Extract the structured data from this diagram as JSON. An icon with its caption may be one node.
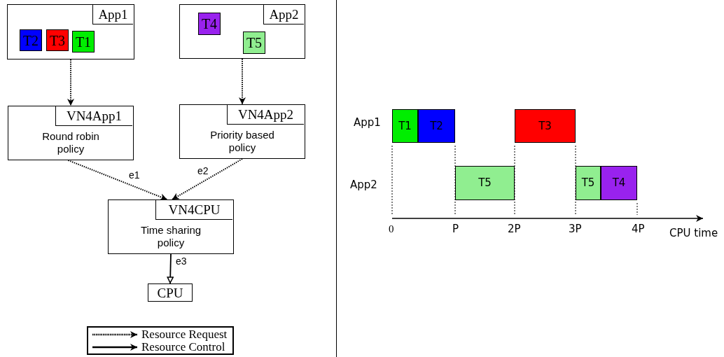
{
  "diagram": {
    "nodes": [
      {
        "text": [],
        "shape": "box"
      },
      {
        "text": [
          "App1"
        ],
        "in": 0
      },
      {
        "text": [
          "T2"
        ],
        "in": 0
      },
      {
        "text": [
          "T3"
        ],
        "in": 0
      },
      {
        "text": [
          "T1"
        ],
        "in": 0
      },
      {
        "text": [],
        "shape": "box"
      },
      {
        "text": [
          "App2"
        ],
        "in": 5
      },
      {
        "text": [
          "T4"
        ],
        "in": 5
      },
      {
        "text": [
          "T5"
        ],
        "in": 5
      },
      {
        "text": [
          "Round robin policy"
        ]
      },
      {
        "text": [
          "VN4App1"
        ],
        "in": 9
      },
      {
        "text": [
          "Priority based policy"
        ]
      },
      {
        "text": [
          "VN4App2"
        ],
        "in": 11
      },
      {
        "text": [
          "Time sharing policy"
        ]
      },
      {
        "text": [
          "VN4CPU"
        ],
        "in": 13
      },
      {
        "text": [
          "CPU"
        ]
      },
      {
        "text": [
          "T1"
        ]
      },
      {
        "text": [
          "T2"
        ]
      },
      {
        "text": [
          "T3"
        ]
      },
      {
        "text": [
          "T5"
        ]
      },
      {
        "text": [
          "T5"
        ]
      },
      {
        "text": [
          "T4"
        ]
      }
    ],
    "edges": [
      {
        "from": 0,
        "to": 9,
        "arrow": "to",
        "style": "dashed"
      },
      {
        "from": 5,
        "to": 11,
        "arrow": "to",
        "style": "dashed"
      },
      {
        "from": 9,
        "to": 13,
        "arrow": "to",
        "style": "dashed",
        "label": "e1"
      },
      {
        "from": 11,
        "to": 13,
        "arrow": "to",
        "style": "dashed",
        "label": "e2"
      },
      {
        "from": 13,
        "to": 15,
        "arrow": "to",
        "label": "e3"
      }
    ],
    "labels": [
      "App1",
      "App2",
      "0",
      "P",
      "2P",
      "3P",
      "4P",
      "CPU time"
    ],
    "legend": [
      {
        "text": "Resource Request"
      },
      {
        "text": "Resource Control"
      }
    ]
  }
}
